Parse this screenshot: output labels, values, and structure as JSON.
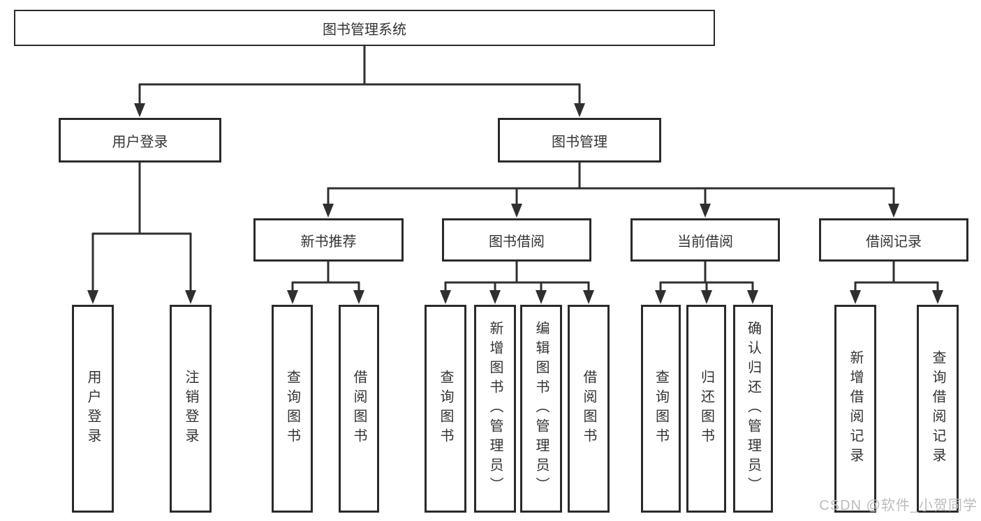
{
  "diagram": {
    "root": {
      "label": "图书管理系统"
    },
    "level2": [
      {
        "label": "用户登录",
        "leaves": [
          {
            "label": "用户登录"
          },
          {
            "label": "注销登录"
          }
        ]
      },
      {
        "label": "图书管理"
      }
    ],
    "level3": [
      {
        "label": "新书推荐",
        "leaves": [
          {
            "label": "查询图书"
          },
          {
            "label": "借阅图书"
          }
        ]
      },
      {
        "label": "图书借阅",
        "leaves": [
          {
            "label": "查询图书"
          },
          {
            "label": "新增图书（管理员）"
          },
          {
            "label": "编辑图书（管理员）"
          },
          {
            "label": "借阅图书"
          }
        ]
      },
      {
        "label": "当前借阅",
        "leaves": [
          {
            "label": "查询图书"
          },
          {
            "label": "归还图书"
          },
          {
            "label": "确认归还（管理员）"
          }
        ]
      },
      {
        "label": "借阅记录",
        "leaves": [
          {
            "label": "新增借阅记录"
          },
          {
            "label": "查询借阅记录"
          }
        ]
      }
    ]
  },
  "watermark": {
    "text": "CSDN @软件_小贺同学"
  },
  "colors": {
    "line": "#2f2f2f",
    "box_border": "#2a2a2a",
    "text": "#333333",
    "watermark": "#bcbcbc",
    "background": "#ffffff"
  }
}
